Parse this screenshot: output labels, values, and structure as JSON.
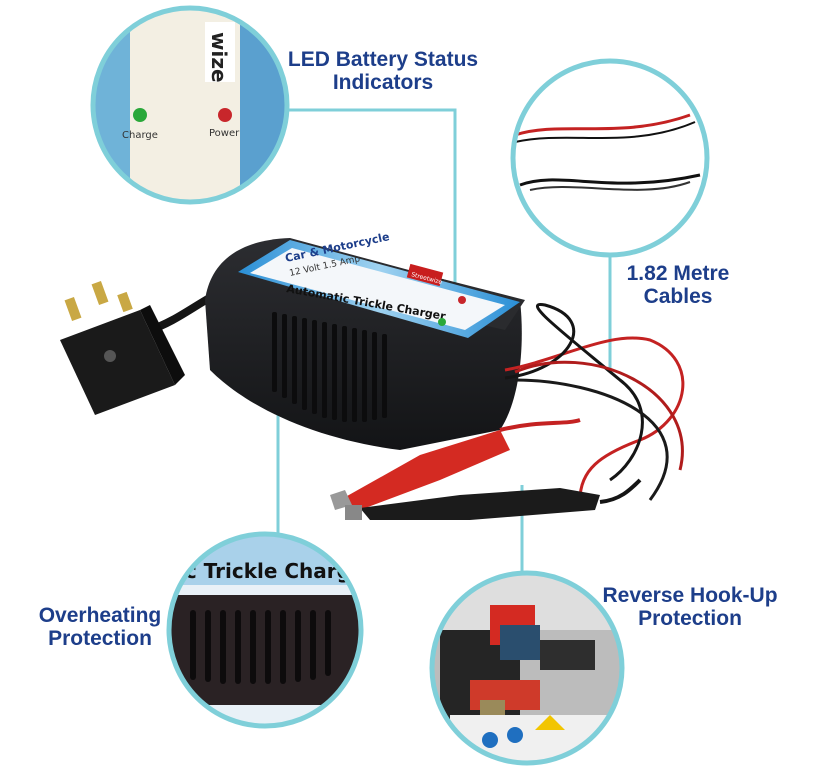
{
  "labels": {
    "led": {
      "line1": "LED Battery Status",
      "line2": "Indicators"
    },
    "cables": {
      "line1": "1.82 Metre",
      "line2": "Cables"
    },
    "overheat": {
      "line1": "Overheating",
      "line2": "Protection"
    },
    "reverse": {
      "line1": "Reverse Hook-Up",
      "line2": "Protection"
    }
  },
  "inset_led": {
    "charge": "Charge",
    "power": "Power",
    "brand_fragment": "wize"
  },
  "charger": {
    "line1": "Car & Motorcycle",
    "line2": "12 Volt 1.5 Amp",
    "line3": "Automatic Trickle Charger",
    "brand": "Streetwize"
  },
  "inset_overheat": {
    "text": "ic Trickle Charg"
  },
  "colors": {
    "accent": "#1d3e8a",
    "circle_border": "#7fcfd9",
    "charger_body": "#1e1f22",
    "label_blue": "#2a8fd6"
  }
}
